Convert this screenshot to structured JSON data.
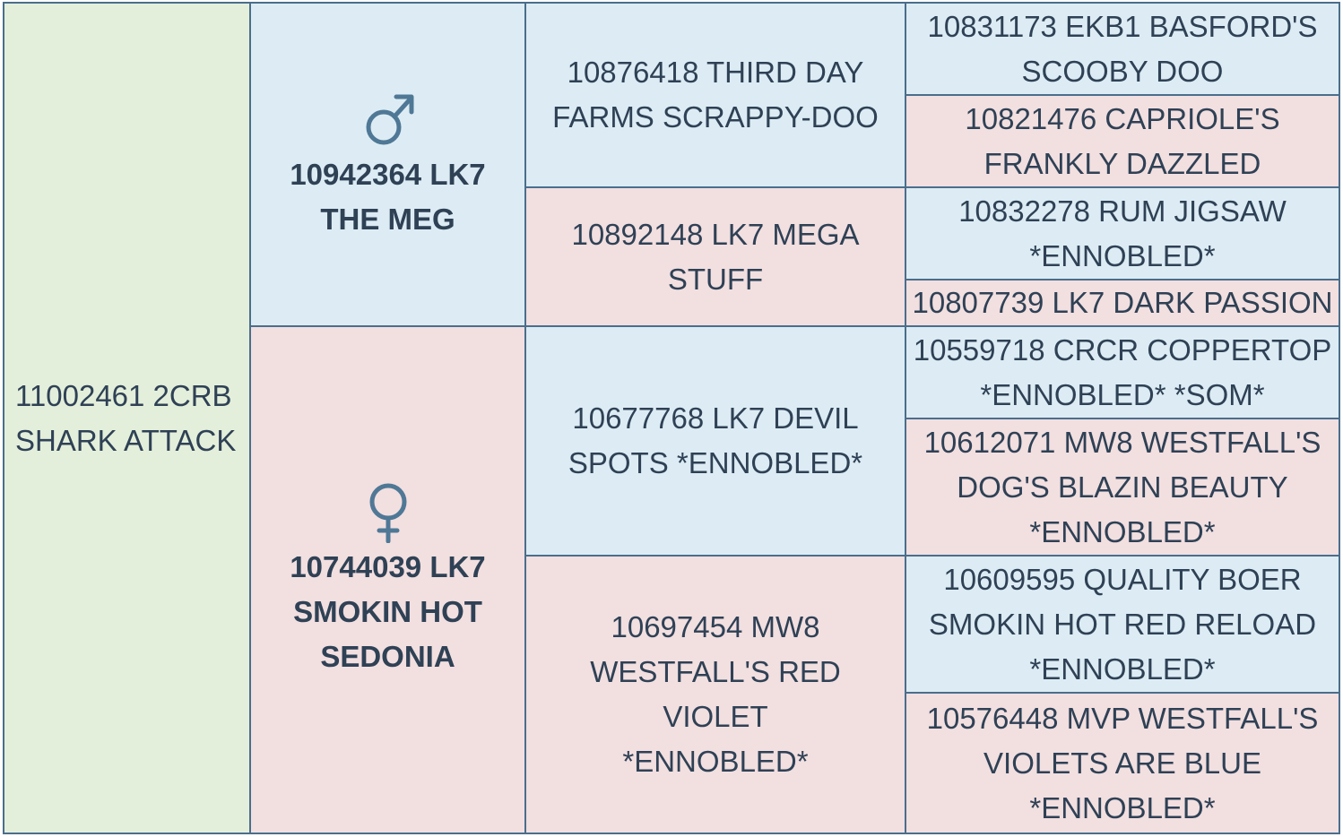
{
  "subject": {
    "name": "11002461 2CRB\nSHARK ATTACK"
  },
  "sire": {
    "symbol": "male-symbol",
    "name": "10942364 LK7\nTHE MEG"
  },
  "dam": {
    "symbol": "female-symbol",
    "name": "10744039 LK7\nSMOKIN HOT\nSEDONIA"
  },
  "grandparents": [
    {
      "name": "10876418 THIRD DAY\nFARMS SCRAPPY-DOO"
    },
    {
      "name": "10892148 LK7 MEGA\nSTUFF"
    },
    {
      "name": "10677768 LK7 DEVIL\nSPOTS *ENNOBLED*"
    },
    {
      "name": "10697454 MW8\nWESTFALL'S RED VIOLET\n*ENNOBLED*"
    }
  ],
  "great_grandparents": [
    {
      "name": "10831173 EKB1 BASFORD'S\nSCOOBY DOO"
    },
    {
      "name": "10821476 CAPRIOLE'S\nFRANKLY DAZZLED"
    },
    {
      "name": "10832278 RUM JIGSAW\n*ENNOBLED*"
    },
    {
      "name": "10807739 LK7 DARK PASSION"
    },
    {
      "name": "10559718 CRCR COPPERTOP\n*ENNOBLED* *SOM*"
    },
    {
      "name": "10612071 MW8 WESTFALL'S\nDOG'S BLAZIN BEAUTY\n*ENNOBLED*"
    },
    {
      "name": "10609595 QUALITY BOER\nSMOKIN HOT RED RELOAD\n*ENNOBLED*"
    },
    {
      "name": "10576448 MVP WESTFALL'S\nVIOLETS ARE BLUE\n*ENNOBLED*"
    }
  ],
  "colors": {
    "subject_bg": "#e4efdb",
    "male_bg": "#ddecf4",
    "female_bg": "#f2dfe0",
    "border": "#4a6e8c",
    "text": "#2f4155",
    "icon": "#4f7896"
  }
}
